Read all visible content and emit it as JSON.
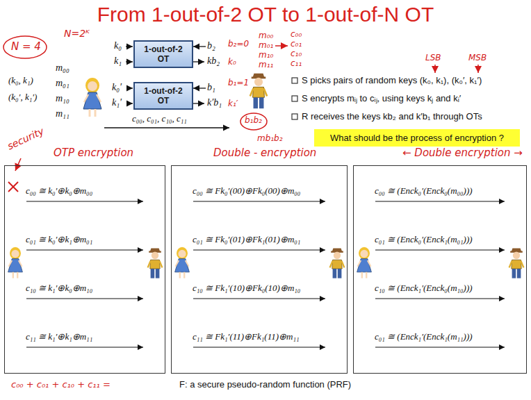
{
  "diagram": {
    "title": "From 1-out-of-2 OT to 1-out-of-N OT",
    "nodes": [
      {
        "text": [
          "1-out-of-2 OT"
        ]
      },
      {
        "text": [
          "1-out-of-2 OT"
        ]
      },
      {
        "text": [
          "What should be the process of encryption ?"
        ]
      },
      {
        "text": [
          "OTP encryption",
          "c₀₀ ≅ k₀′⊕k₀⊕m₀₀",
          "c₀₁ ≅ k₀′⊕k₁⊕m₀₁",
          "c₁₀ ≅ k₁′⊕k₀⊕m₁₀",
          "c₁₁ ≅ k₁′⊕k₁⊕m₁₁"
        ]
      },
      {
        "text": [
          "Double - encryption",
          "c₀₀ ≅ Fk₀′(00)⊕Fk₀(00)⊕m₀₀",
          "c₀₁ ≅ Fk₀′(01)⊕Fk₁(01)⊕m₀₁",
          "c₁₀ ≅ Fk₁′(10)⊕Fk₀(10)⊕m₁₀",
          "c₁₁ ≅ Fk₁′(11)⊕Fk₁(11)⊕m₁₁"
        ]
      },
      {
        "text": [
          "← Double encryption →",
          "c₀₀ ≅ (Enck₀′(Enck₀(m₀₀)))",
          "c₀₁ ≅ (Enck₀′(Enck₁(m₀₁)))",
          "c₁₀ ≅ (Enck₁′(Enck₀(m₁₀)))",
          "c₀₁ ≅ (Enck₁′(Enck₁(m₁₁)))"
        ]
      }
    ],
    "labels": [
      "N = 4",
      "N=2ᴷ",
      "m₀₀",
      "m₀₁",
      "m₁₀",
      "m₁₁",
      "(k₀, k₁)",
      "(k₀′, k₁′)",
      "k₀",
      "k₁",
      "b₂",
      "kb₂",
      "k₀′",
      "k₁′",
      "b₁",
      "k′b₁",
      "c₀₀, c₀₁, c₁₀, c₁₁",
      "b₂=0",
      "k₀",
      "b₁=1",
      "k₁′",
      "m₀₀",
      "m₀₁",
      "m₁₀",
      "m₁₁",
      "c₀₀",
      "c₀₁",
      "c₁₀",
      "c₁₁",
      "b₁b₂",
      "mb₁b₂",
      "LSB",
      "MSB",
      "S picks pairs of random keys (k₀, k₁), (k₀′, k₁′)",
      "S encrypts mᵢⱼ to cᵢⱼ, using keys kⱼ and kᵢ′",
      "R receives the keys kb₂ and k′b₁ through OTs",
      "security",
      "c₀₀ + c₀₁ + c₁₀ + c₁₁ =",
      "F: a secure pseudo-random function (PRF)"
    ]
  }
}
